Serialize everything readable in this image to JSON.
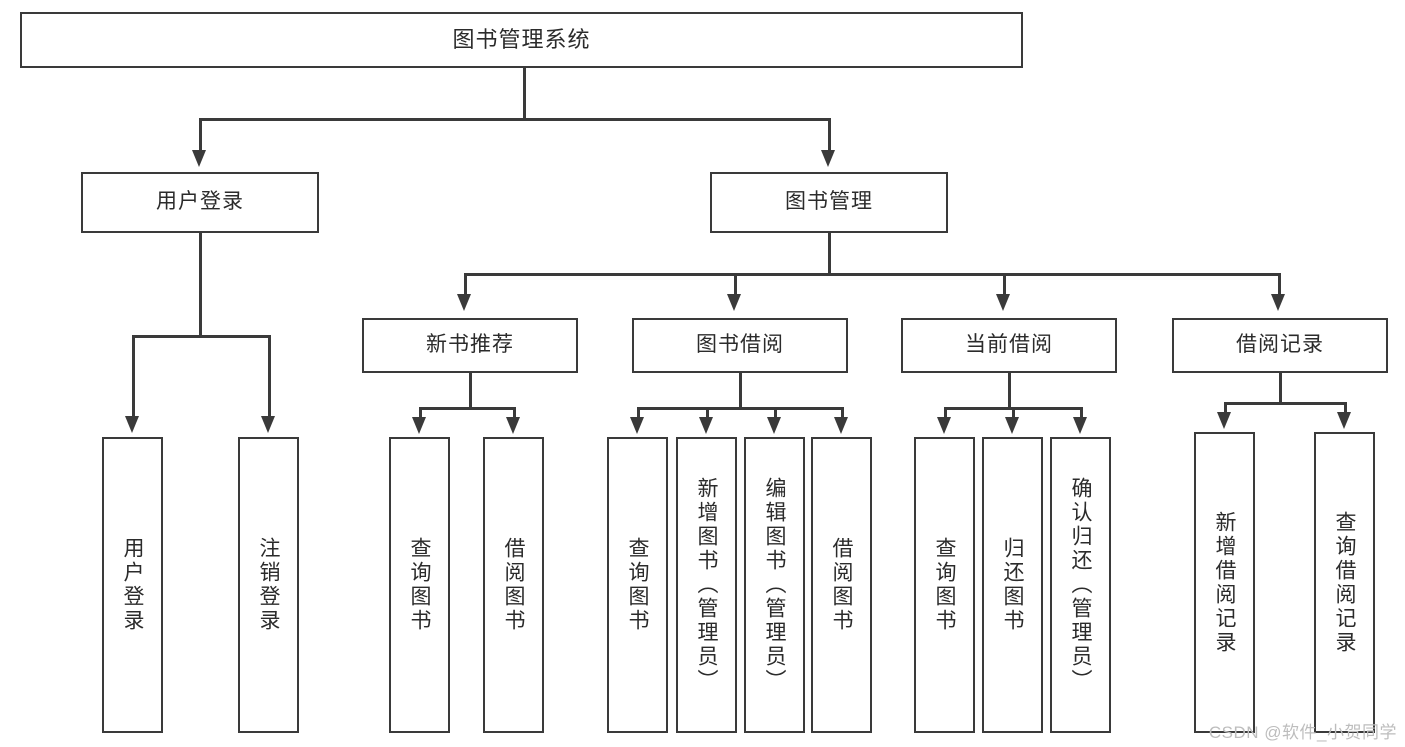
{
  "diagram": {
    "title": "图书管理系统",
    "type": "tree",
    "watermark": "CSDN @软件_小贺同学",
    "colors": {
      "stroke": "#3a3a3a",
      "fill": "#ffffff",
      "text": "#2b2b2b",
      "watermark": "#bdbdbd"
    },
    "levels": {
      "root": {
        "label": "图书管理系统"
      },
      "level2": [
        {
          "label": "用户登录"
        },
        {
          "label": "图书管理"
        }
      ],
      "level3": [
        {
          "label": "新书推荐"
        },
        {
          "label": "图书借阅"
        },
        {
          "label": "当前借阅"
        },
        {
          "label": "借阅记录"
        }
      ],
      "leaves": {
        "user_login": [
          {
            "label": "用户登录"
          },
          {
            "label": "注销登录"
          }
        ],
        "new_book_recommend": [
          {
            "label": "查询图书"
          },
          {
            "label": "借阅图书"
          }
        ],
        "book_borrow": [
          {
            "label": "查询图书"
          },
          {
            "label": "新增图书（管理员）"
          },
          {
            "label": "编辑图书（管理员）"
          },
          {
            "label": "借阅图书"
          }
        ],
        "current_borrow": [
          {
            "label": "查询图书"
          },
          {
            "label": "归还图书"
          },
          {
            "label": "确认归还（管理员）"
          }
        ],
        "borrow_record": [
          {
            "label": "新增借阅记录"
          },
          {
            "label": "查询借阅记录"
          }
        ]
      }
    }
  }
}
